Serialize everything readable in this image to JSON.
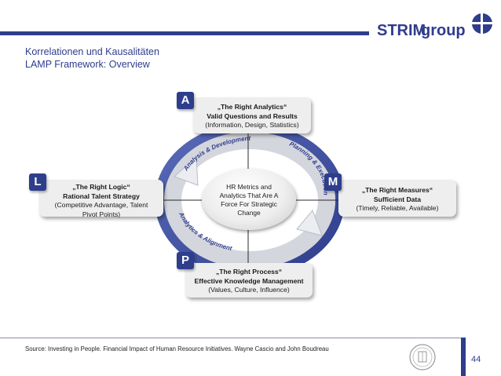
{
  "header": {
    "title": "Korrelationen und Kausalitäten",
    "subtitle": "LAMP Framework: Overview",
    "logo_text_a": "STRIM",
    "logo_text_b": "group"
  },
  "diagram": {
    "center": {
      "text": "HR Metrics and Analytics That Are A Force For Strategic Change"
    },
    "ring_labels": [
      "Analysis & Development",
      "Planning & Execution",
      "Analytics & Alignment"
    ],
    "nodes": {
      "a": {
        "letter": "A",
        "quote": "„The Right Analytics“",
        "heading": "Valid Questions and Results",
        "detail": "(Information, Design, Statistics)"
      },
      "l": {
        "letter": "L",
        "quote": "„The Right Logic“",
        "heading": "Rational Talent Strategy",
        "detail": "(Competitive Advantage, Talent Pivot Points)"
      },
      "m": {
        "letter": "M",
        "quote": "„The Right Measures“",
        "heading": "Sufficient Data",
        "detail": "(Timely, Reliable, Available)"
      },
      "p": {
        "letter": "P",
        "quote": "„The Right Process“",
        "heading": "Effective Knowledge Management",
        "detail": "(Values, Culture, Influence)"
      }
    }
  },
  "footer": {
    "source": "Source: Investing in People. Financial Impact of Human Resource Initiatives. Wayne Cascio and John Boudreau",
    "page_number": "44"
  },
  "colors": {
    "brand": "#2e3d8c",
    "box": "#eeeeee"
  }
}
